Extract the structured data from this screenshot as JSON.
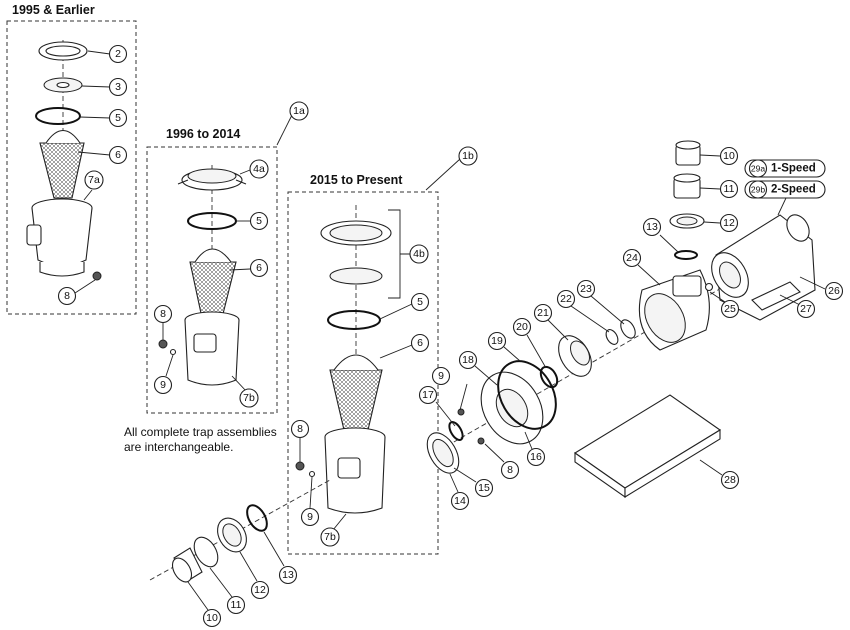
{
  "headers": {
    "era_1995": "1995 & Earlier",
    "era_1996": "1996 to 2014",
    "era_2015": "2015 to Present"
  },
  "note": {
    "line1": "All complete trap assemblies",
    "line2": "are interchangeable."
  },
  "callouts": {
    "c2": "2",
    "c3": "3",
    "c5a": "5",
    "c6a": "6",
    "c7a": "7a",
    "c8a": "8",
    "c1a": "1a",
    "c4a": "4a",
    "c5b": "5",
    "c6b": "6",
    "c8b": "8",
    "c9b": "9",
    "c7b": "7b",
    "c1b": "1b",
    "c4b": "4b",
    "c5c": "5",
    "c6c": "6",
    "c8c": "8",
    "c9c": "9",
    "c7bc": "7b",
    "c10a": "10",
    "c11a": "11",
    "c12a": "12",
    "c13a": "13",
    "c10b": "10",
    "c11b": "11",
    "c12b": "12",
    "c13b": "13",
    "c14": "14",
    "c15": "15",
    "c16": "16",
    "c17": "17",
    "c18": "18",
    "c19": "19",
    "c20": "20",
    "c21": "21",
    "c22": "22",
    "c23": "23",
    "c24": "24",
    "c25": "25",
    "c26": "26",
    "c27": "27",
    "c28": "28",
    "c9d": "9",
    "c8d": "8"
  },
  "motor_options": [
    {
      "tag": "29a",
      "label": "1-Speed"
    },
    {
      "tag": "29b",
      "label": "2-Speed"
    }
  ]
}
